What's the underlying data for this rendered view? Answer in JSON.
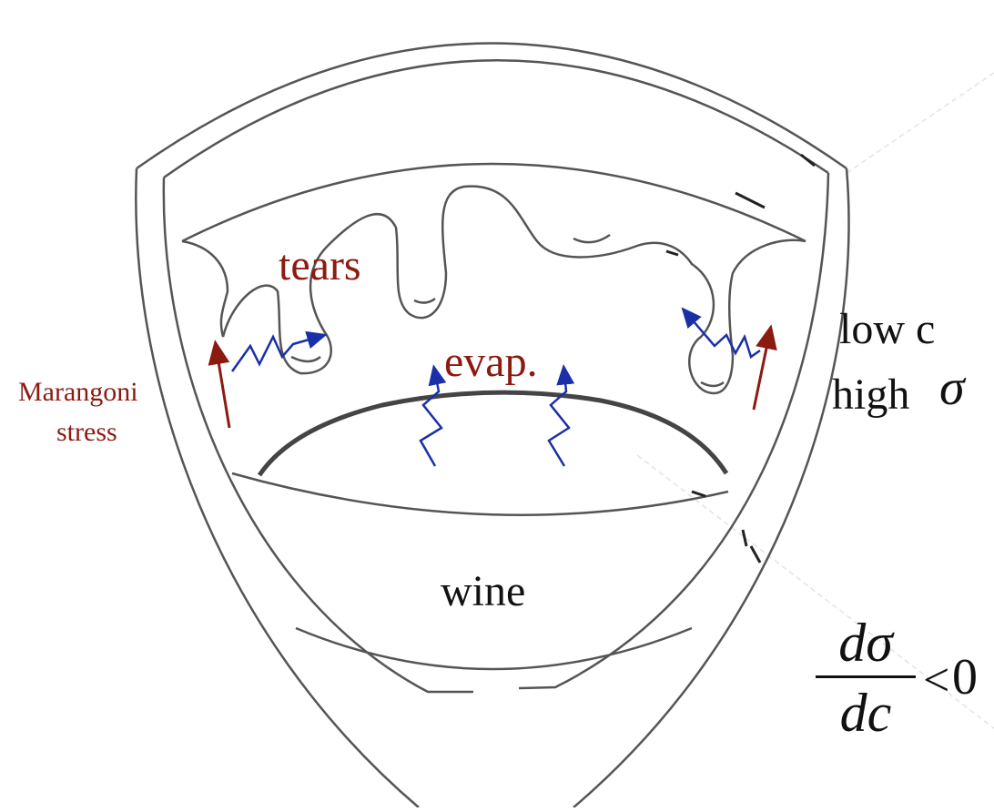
{
  "labels": {
    "tears": "tears",
    "evap": "evap.",
    "wine": "wine",
    "marangoni_line1": "Marangoni",
    "marangoni_line2": "stress",
    "low_c": "low c",
    "high": "high",
    "sigma": "σ"
  },
  "equation": {
    "numerator": "dσ",
    "denominator": "dc",
    "relation": "<",
    "value": "0"
  },
  "colors": {
    "glass_outline": "#555555",
    "meniscus": "#444444",
    "marangoni_arrow": "#8b1a10",
    "evaporation_arrow": "#1a2fa8",
    "label_red": "#8b1a10",
    "label_black": "#111111"
  }
}
